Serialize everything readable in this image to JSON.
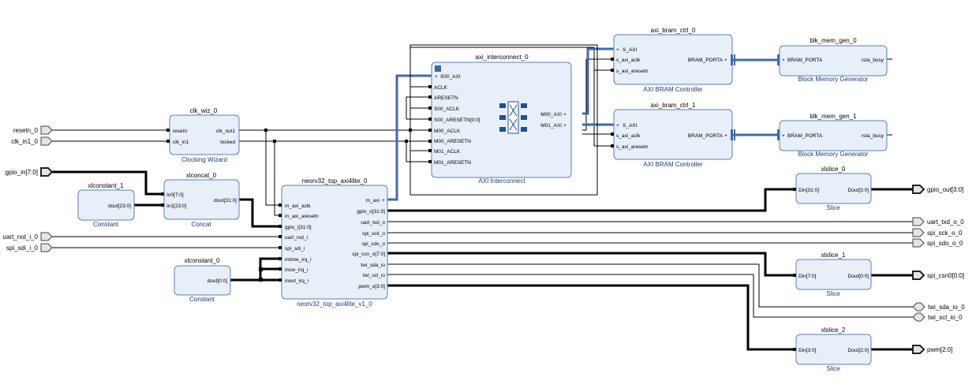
{
  "ports": {
    "resetn_0": "resetn_0",
    "clk_in1_0": "clk_in1_0",
    "gpio_in": "gpio_in[7:0]",
    "uart_rxd_i_0": "uart_rxd_i_0",
    "spi_sdi_i_0": "spi_sdi_i_0",
    "gpio_out": "gpio_out[3:0]",
    "uart_txd_o_0": "uart_txd_o_0",
    "spi_sck_o_0": "spi_sck_o_0",
    "spi_sdo_o_0": "spi_sdo_o_0",
    "spi_csn0": "spi_csn0[0:0]",
    "twi_sda_io_0": "twi_sda_io_0",
    "twi_scl_io_0": "twi_scl_io_0",
    "pwm": "pwm[2:0]"
  },
  "blocks": {
    "clk_wiz": {
      "title": "clk_wiz_0",
      "caption": "Clocking Wizard",
      "pins": [
        "resetn",
        "clk_in1",
        "clk_out1",
        "locked"
      ]
    },
    "xlconstant_1": {
      "title": "xlconstant_1",
      "caption": "Constant",
      "pins": [
        "dout[23:0]"
      ]
    },
    "xlconcat": {
      "title": "xlconcat_0",
      "caption": "Concat",
      "pins": [
        "In0[7:0]",
        "In1[23:0]",
        "dout[31:0]"
      ]
    },
    "xlconstant_0": {
      "title": "xlconstant_0",
      "caption": "Constant",
      "pins": [
        "dout[0:0]"
      ]
    },
    "neorv32": {
      "title": "neorv32_top_axi4lite_0",
      "caption": "neorv32_top_axi4lite_v1_0",
      "in_pins": [
        "m_axi_aclk",
        "m_axi_aresetn",
        "gpio_i[31:0]",
        "uart_rxd_i",
        "spi_sdi_i",
        "mtime_irq_i",
        "msw_irq_i",
        "mext_irq_i"
      ],
      "out_pins": [
        "m_axi",
        "gpio_o[31:0]",
        "uart_txd_o",
        "spi_sck_o",
        "spi_sdo_o",
        "spi_csn_o[7:0]",
        "twi_sda_io",
        "twi_scl_io",
        "pwm_o[3:0]"
      ]
    },
    "axi_interconnect": {
      "title": "axi_interconnect_0",
      "caption": "AXI Interconnect",
      "in_pins": [
        "S00_AXI",
        "ACLK",
        "ARESETN",
        "S00_ACLK",
        "S00_ARESETN[0:0]",
        "M00_ACLK",
        "M00_ARESETN",
        "M01_ACLK",
        "M01_ARESETN"
      ],
      "out_pins": [
        "M00_AXI",
        "M01_AXI"
      ]
    },
    "bram_ctrl_0": {
      "title": "axi_bram_ctrl_0",
      "caption": "AXI BRAM Controller",
      "pins": [
        "S_AXI",
        "s_axi_aclk",
        "s_axi_aresetn",
        "BRAM_PORTA"
      ]
    },
    "bram_ctrl_1": {
      "title": "axi_bram_ctrl_1",
      "caption": "AXI BRAM Controller",
      "pins": [
        "S_AXI",
        "s_axi_aclk",
        "s_axi_aresetn",
        "BRAM_PORTA"
      ]
    },
    "blk_mem_0": {
      "title": "blk_mem_gen_0",
      "caption": "Block Memory Generator",
      "pins": [
        "BRAM_PORTA",
        "rsta_busy"
      ]
    },
    "blk_mem_1": {
      "title": "blk_mem_gen_1",
      "caption": "Block Memory Generator",
      "pins": [
        "BRAM_PORTA",
        "rsta_busy"
      ]
    },
    "xlslice_0": {
      "title": "xlslice_0",
      "caption": "Slice",
      "pins": [
        "Din[31:0]",
        "Dout[3:0]"
      ]
    },
    "xlslice_1": {
      "title": "xlslice_1",
      "caption": "Slice",
      "pins": [
        "Din[7:0]",
        "Dout[0:0]"
      ]
    },
    "xlslice_2": {
      "title": "xlslice_2",
      "caption": "Slice",
      "pins": [
        "Din[3:0]",
        "Dout[2:0]"
      ]
    }
  },
  "colors": {
    "block_fill": "#e7eff9",
    "block_border": "#5a82b8",
    "axi_bus": "#3f6ab0",
    "caption": "#1a3a7a"
  }
}
